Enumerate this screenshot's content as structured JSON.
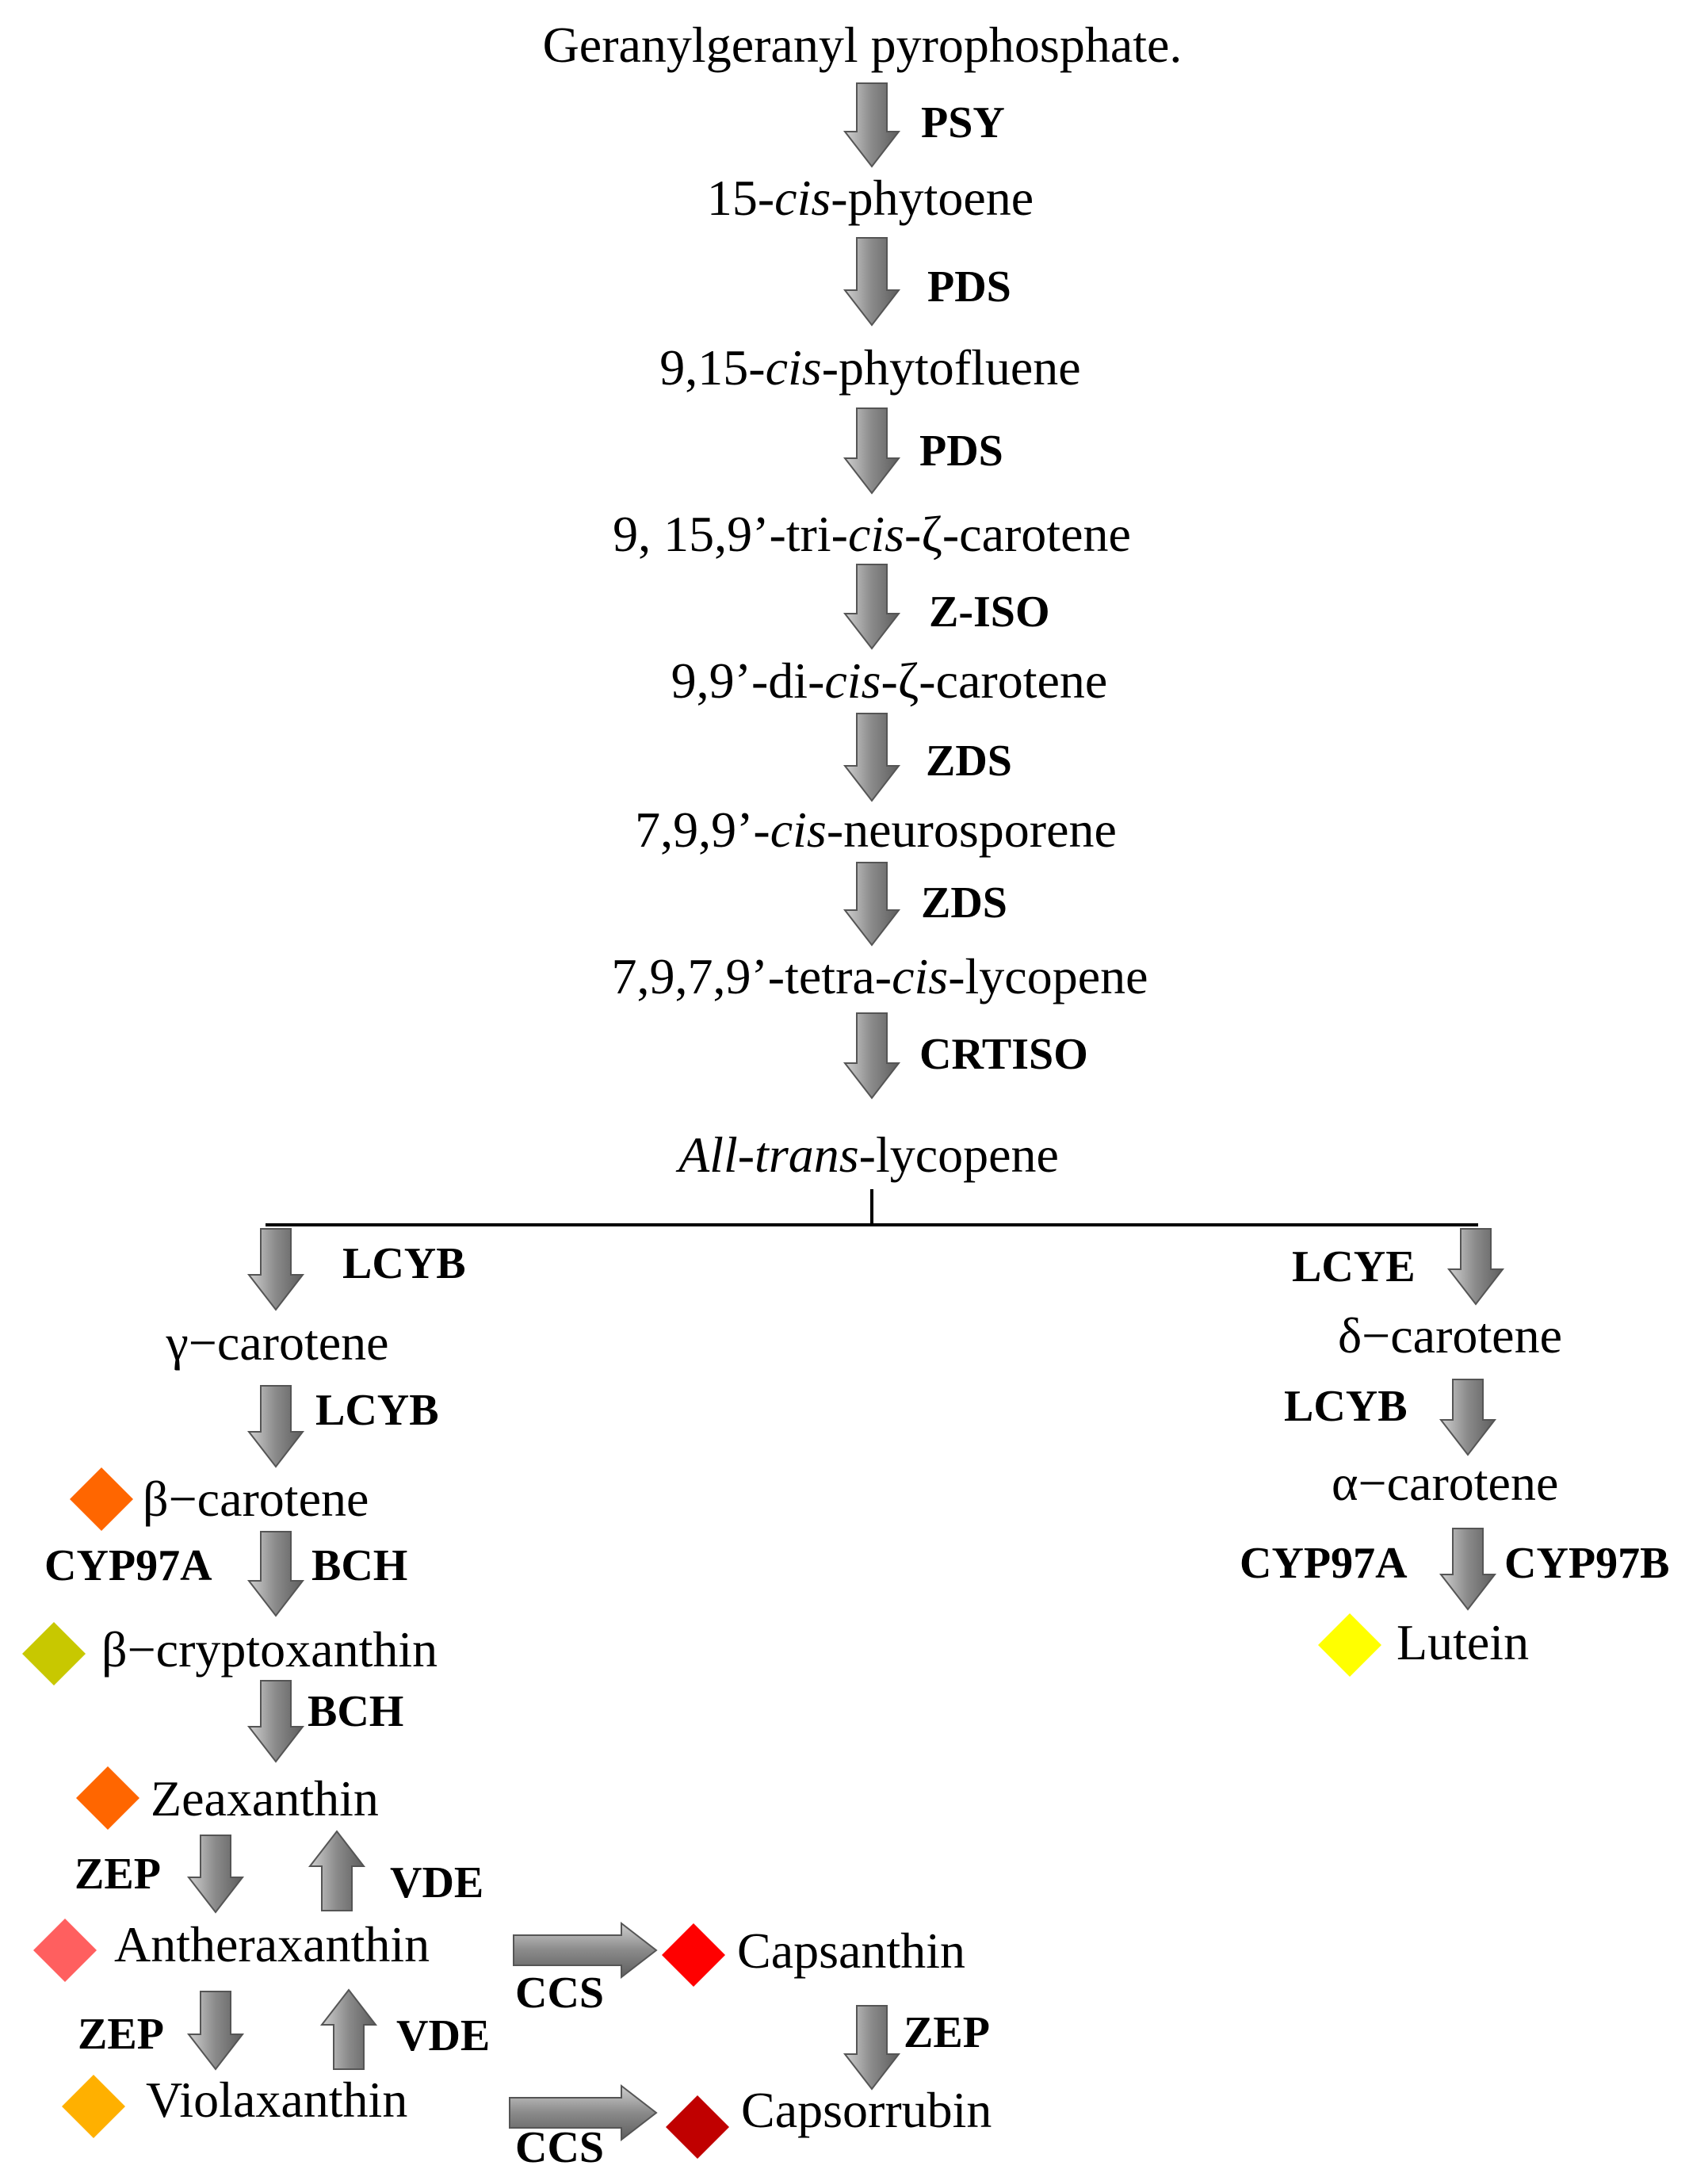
{
  "compounds": {
    "ggpp": "Geranylgeranyl pyrophosphate.",
    "phytoene": [
      "15-",
      "cis",
      "-phytoene"
    ],
    "phytofluene": [
      "9,15-",
      "cis",
      "-phytofluene"
    ],
    "tri_cis_zeta": [
      "9, 15,9’-tri-",
      "cis",
      "-ζ-carotene"
    ],
    "di_cis_zeta": [
      "9,9’-di-",
      "cis",
      "-ζ-carotene"
    ],
    "neurosporene": [
      "7,9,9’-",
      "cis",
      "-neurosporene"
    ],
    "tetra_cis_lycopene": [
      "7,9,7,9’-tetra-",
      "cis",
      "-lycopene"
    ],
    "all_trans_lycopene": [
      "All-trans",
      "-lycopene"
    ],
    "gamma_carotene": "γ−carotene",
    "beta_carotene": "β−carotene",
    "beta_cryptoxanthin": "β−cryptoxanthin",
    "zeaxanthin": "Zeaxanthin",
    "antheraxanthin": "Antheraxanthin",
    "violaxanthin": "Violaxanthin",
    "capsanthin": "Capsanthin",
    "capsorubin": "Capsorrubin",
    "delta_carotene": "δ−carotene",
    "alpha_carotene": "α−carotene",
    "lutein": "Lutein"
  },
  "enzymes": {
    "psy": "PSY",
    "pds_1": "PDS",
    "pds_2": "PDS",
    "ziso": "Z-ISO",
    "zds_1": "ZDS",
    "zds_2": "ZDS",
    "crtiso": "CRTISO",
    "lcyb_left": "LCYB",
    "lcyb_left_2": "LCYB",
    "cyp97a_left": "CYP97A",
    "bch_1": "BCH",
    "bch_2": "BCH",
    "zep_1": "ZEP",
    "vde_1": "VDE",
    "zep_2": "ZEP",
    "vde_2": "VDE",
    "ccs_1": "CCS",
    "ccs_2": "CCS",
    "zep_caps": "ZEP",
    "lcye": "LCYE",
    "lcyb_right": "LCYB",
    "cyp97a_right": "CYP97A",
    "cyp97b": "CYP97B"
  },
  "marker_colors": {
    "beta_carotene": "#FF6600",
    "beta_cryptoxanthin": "#C8C800",
    "zeaxanthin": "#FF6600",
    "antheraxanthin": "#FF5F5F",
    "violaxanthin": "#FFB000",
    "capsanthin": "#FF0000",
    "capsorubin": "#C00000",
    "lutein": "#FFFF00"
  },
  "arrow_color": "#808080"
}
